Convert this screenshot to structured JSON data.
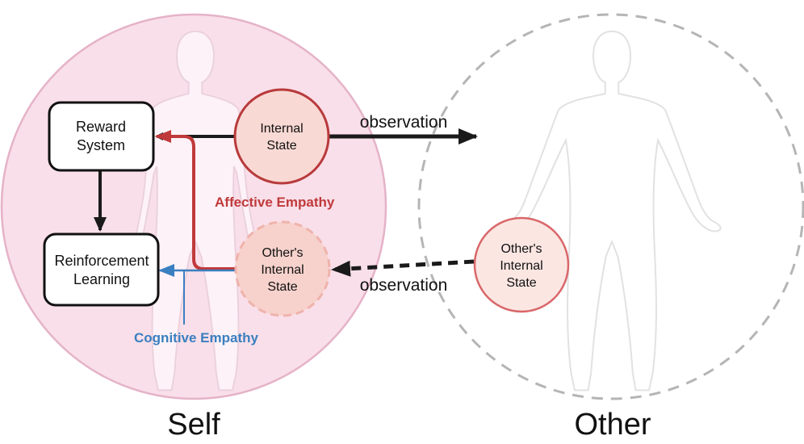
{
  "self_label": "Self",
  "other_label": "Other",
  "reward_system": {
    "line1": "Reward",
    "line2": "System"
  },
  "reinforcement_learning": {
    "line1": "Reinforcement",
    "line2": "Learning"
  },
  "internal_state": {
    "line1": "Internal",
    "line2": "State"
  },
  "others_internal_state_self": {
    "line1": "Other's",
    "line2": "Internal",
    "line3": "State"
  },
  "others_internal_state_other": {
    "line1": "Other's",
    "line2": "Internal",
    "line3": "State"
  },
  "observation_top": "observation",
  "observation_bottom": "observation",
  "affective_empathy": "Affective Empathy",
  "cognitive_empathy": "Cognitive Empathy",
  "colors": {
    "self_fill": "#f9dfe9",
    "self_stroke": "#e5b3c8",
    "other_stroke": "#b5b5b5",
    "state_fill": "#f9d9d4",
    "state_stroke": "#b83a3c",
    "affective": "#c0393b",
    "cognitive": "#3a7fc0",
    "arrow": "#1a1a1a",
    "silhouette_fill": "#ffffff",
    "silhouette_stroke": "#e2e2e2"
  }
}
